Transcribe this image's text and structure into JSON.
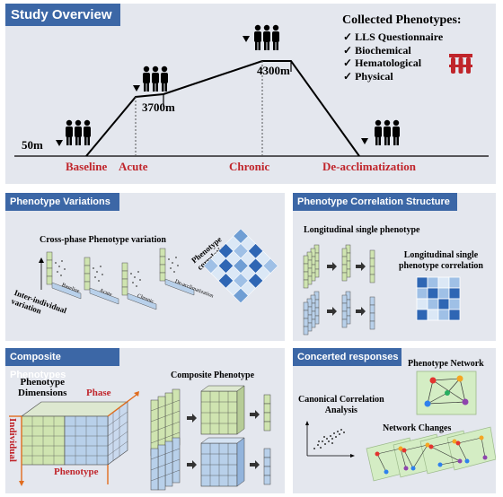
{
  "overview": {
    "title": "Study Overview",
    "altitudes": [
      "50m",
      "3700m",
      "4300m"
    ],
    "phases": [
      "Baseline",
      "Acute",
      "Chronic",
      "De-acclimatization"
    ],
    "phenotypes_title": "Collected Phenotypes:",
    "phenotypes": [
      "LLS Questionnaire",
      "Biochemical",
      "Hematological",
      "Physical"
    ]
  },
  "variations": {
    "title": "Phenotype Variations",
    "cross_phase": "Cross-phase Phenotype variation",
    "inter_individual": [
      "Inter-individual",
      "variation"
    ],
    "phase_labels": [
      "Baseline",
      "Acute",
      "Chronic",
      "De-acclimatization"
    ],
    "correlation": [
      "Phenotype",
      "correlation"
    ]
  },
  "correlation_structure": {
    "title": "Phenotype Correlation Structure",
    "longitudinal": "Longitudinal single phenotype",
    "longitudinal_corr": [
      "Longitudinal single",
      "phenotype correlation"
    ]
  },
  "composite": {
    "title": "Composite Phenotypes",
    "dimensions": [
      "Phenotype",
      "Dimensions"
    ],
    "axis_phase": "Phase",
    "axis_individual": "Individual",
    "axis_phenotype": "Phenotype",
    "composite_label": "Composite Phenotype"
  },
  "concerted": {
    "title": "Concerted responses",
    "network": "Phenotype Network",
    "cca": [
      "Canonical Correlation",
      "Analysis"
    ],
    "network_changes": "Network Changes"
  },
  "colors": {
    "header": "#3c67a6",
    "phase_label": "#c0252b",
    "panel_bg": "#e4e7ee",
    "green": "#cfe4b0",
    "blue": "#b8d0ea"
  }
}
